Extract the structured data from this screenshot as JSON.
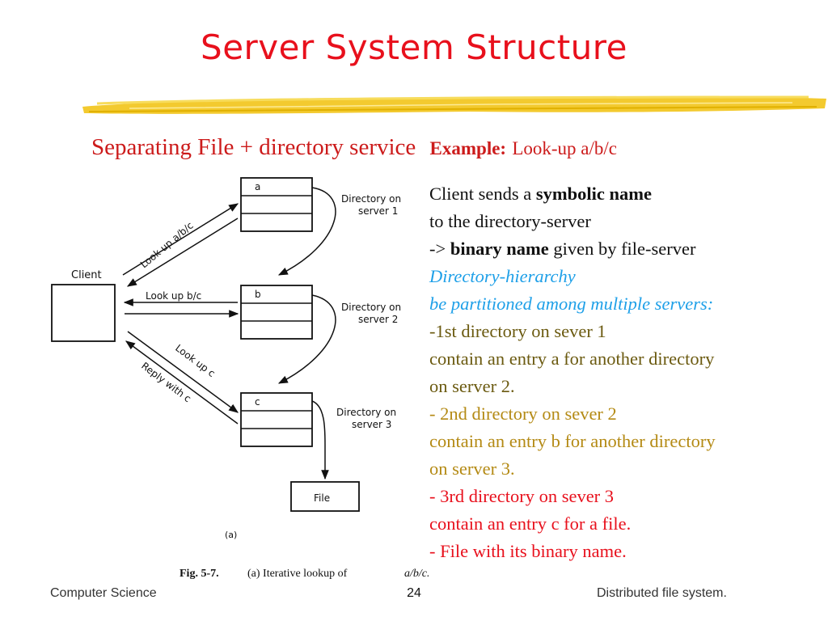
{
  "slide": {
    "title": "Server System Structure",
    "subtitle": "Separating File + directory service",
    "example_label": "Example:",
    "example_text": "Look-up a/b/c"
  },
  "figure": {
    "client_label": "Client",
    "servers": [
      {
        "entry": "a",
        "label_line1": "Directory on",
        "label_line2": "server 1"
      },
      {
        "entry": "b",
        "label_line1": "Directory on",
        "label_line2": "server 2"
      },
      {
        "entry": "c",
        "label_line1": "Directory on",
        "label_line2": "server 3"
      }
    ],
    "file_label": "File",
    "arrows": {
      "lookup_abc": "Look up a/b/c",
      "lookup_bc": "Look up b/c",
      "lookup_c": "Look up c",
      "reply_c": "Reply with c"
    },
    "subfig_label": "(a)",
    "caption_prefix": "Fig.  5-7.",
    "caption_text": "(a) Iterative lookup of",
    "caption_path": "a/b/c."
  },
  "bullets": {
    "l1_pre": "Client sends a ",
    "l1_bold": "symbolic name",
    "l2": "to the directory-server",
    "l3_pre": "-> ",
    "l3_bold": "binary name",
    "l3_post": " given by file-server",
    "l4": "Directory-hierarchy",
    "l5": "be partitioned among multiple servers:",
    "l6": "-1st directory on sever 1",
    "l7": "contain an entry a for another directory",
    "l8": "on server 2.",
    "l9": "- 2nd directory on sever 2",
    "l10": "contain an entry b for another directory",
    "l11": "on server 3.",
    "l12": "- 3rd directory on sever 3",
    "l13": "contain an entry c for a file.",
    "l14": "- File with its binary name."
  },
  "footer": {
    "left": "Computer Science",
    "page": "24",
    "right": "Distributed file system."
  },
  "colors": {
    "title": "#e8101c",
    "subtitle": "#cc1b1b",
    "highlight_stroke": "#f2c418",
    "blue": "#1fa0e8",
    "olive": "#6b5a10",
    "gold": "#b48a14",
    "red": "#e8101c"
  }
}
